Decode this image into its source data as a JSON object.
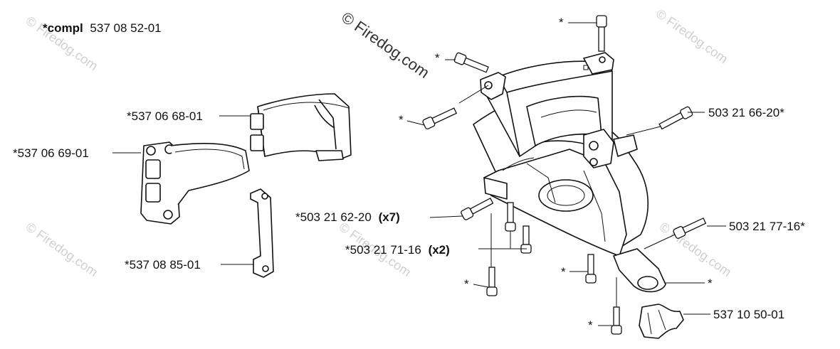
{
  "watermark": {
    "text": "© Firedog.com",
    "main_text": "© Firedog.com"
  },
  "assembly": {
    "prefix": "*compl",
    "number": "537 08 52-01"
  },
  "labels": {
    "p537_06_68_01": "*537 06 68-01",
    "p537_06_69_01": "*537 06 69-01",
    "p537_08_85_01": "*537 08 85-01",
    "p503_21_66_20": "503 21 66-20*",
    "p503_21_62_20": "*503 21 62-20",
    "p503_21_62_20_qty": "(x7)",
    "p503_21_71_16": "*503 21 71-16",
    "p503_21_71_16_qty": "(x2)",
    "p503_21_77_16": "503 21 77-16*",
    "p537_10_50_01": "537 10 50-01"
  },
  "asterisk": "*"
}
